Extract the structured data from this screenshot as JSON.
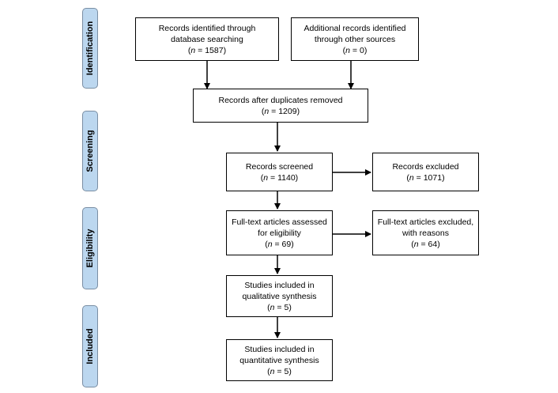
{
  "phases": [
    "Identification",
    "Screening",
    "Eligibility",
    "Included"
  ],
  "boxes": {
    "db_search": {
      "lines": [
        "Records identified through",
        "database searching"
      ],
      "count": "(n = 1587)"
    },
    "other_sources": {
      "lines": [
        "Additional records identified",
        "through other sources"
      ],
      "count": "(n = 0)"
    },
    "dedup": {
      "lines": [
        "Records after duplicates removed"
      ],
      "count": "(n = 1209)"
    },
    "screened": {
      "lines": [
        "Records screened"
      ],
      "count": "(n = 1140)"
    },
    "excluded": {
      "lines": [
        "Records excluded"
      ],
      "count": "(n = 1071)"
    },
    "fulltext": {
      "lines": [
        "Full-text articles assessed",
        "for eligibility"
      ],
      "count": "(n = 69)"
    },
    "ft_excluded": {
      "lines": [
        "Full-text articles excluded,",
        "with reasons"
      ],
      "count": "(n =  64)"
    },
    "qualitative": {
      "lines": [
        "Studies included in",
        "qualitative synthesis"
      ],
      "count": "(n = 5)"
    },
    "quantitative": {
      "lines": [
        "Studies included in",
        "quantitative synthesis"
      ],
      "count": "(n =  5)"
    }
  }
}
